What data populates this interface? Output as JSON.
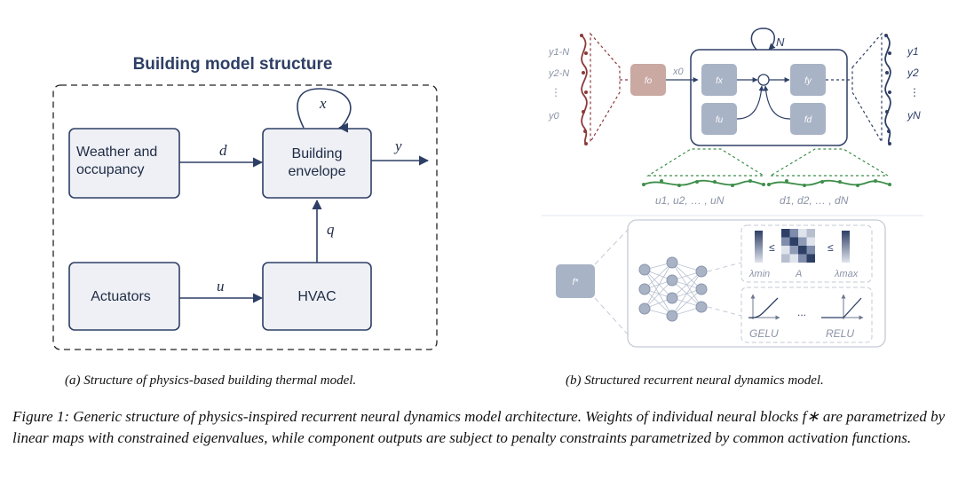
{
  "panel_a": {
    "title": "Building model structure",
    "blocks": {
      "weather_line1": "Weather and",
      "weather_line2": "occupancy",
      "building_line1": "Building",
      "building_line2": "envelope",
      "actuators": "Actuators",
      "hvac": "HVAC"
    },
    "signals": {
      "d": "d",
      "x": "x",
      "y": "y",
      "q": "q",
      "u": "u"
    },
    "caption": "(a) Structure of physics-based building thermal model."
  },
  "panel_b": {
    "outputs_in": [
      "y1-N",
      "y2-N",
      "⋮",
      "y0"
    ],
    "outputs_out": [
      "y1",
      "y2",
      "⋮",
      "yN"
    ],
    "x0": "x0",
    "N": "N",
    "blocks": [
      "fo",
      "fx",
      "fu",
      "fy",
      "fd"
    ],
    "u_seq": "u1, u2, … , uN",
    "d_seq": "d1, d2, … , dN",
    "f_star": "f*",
    "lambda_min": "λmin",
    "A": "A",
    "lambda_max": "λmax",
    "leq": "≤",
    "gelu": "GELU",
    "relu": "RELU",
    "dots": "...",
    "caption": "(b) Structured recurrent neural dynamics model."
  },
  "caption": "Figure 1: Generic structure of physics-inspired recurrent neural dynamics model architecture. Weights of individual neural blocks f∗ are parametrized by linear maps with constrained eigenvalues, while component outputs are subject to penalty constraints parametrized by common activation functions.",
  "colors": {
    "navy": "#2e3f66",
    "block_fill": "#eef0f5",
    "block_b": "#a9b3c6",
    "fo_block": "#c9a9a2",
    "red_wave": "#8b3a3a",
    "green": "#3e8e4a",
    "grey_text": "#8a93a6"
  }
}
